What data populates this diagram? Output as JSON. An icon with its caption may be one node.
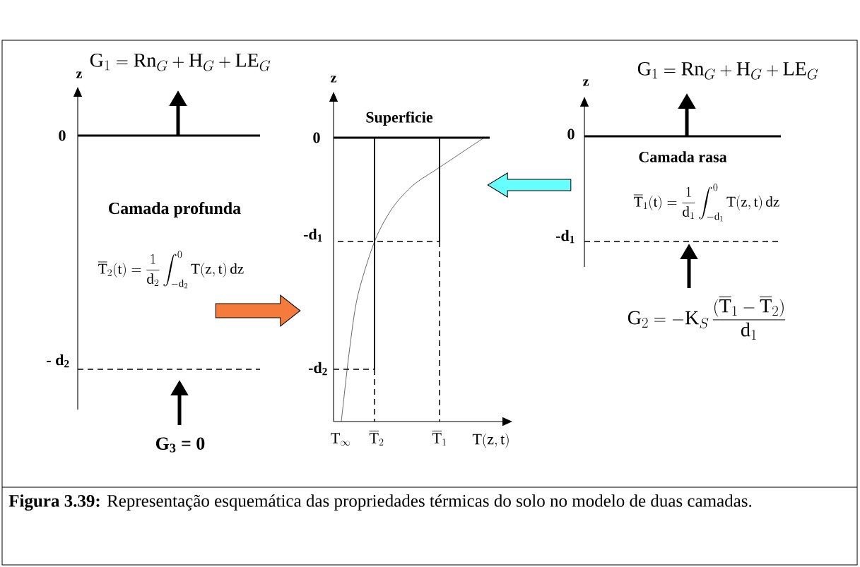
{
  "diagram": {
    "caption": "**Figura 3.39:** Representação esquemática das propriedades térmicas do solo no modelo de duas camadas.",
    "nodes": [
      {
        "text": [],
        "shape": "picture"
      },
      {
        "text": [],
        "shape": "picture"
      },
      {
        "text": [],
        "shape": "picture"
      }
    ],
    "edges": [
      {
        "from": 0,
        "to": 1,
        "arrow": "to",
        "color": "#f47b3b"
      },
      {
        "from": 2,
        "to": 1,
        "arrow": "to",
        "color": "#66ffff"
      }
    ],
    "labels": [
      "\\mathrm{G}_1 = \\mathrm{Rn}_G + \\mathrm{H}_G + \\mathrm{LE}_G",
      "z",
      "0",
      "Camada profunda",
      "\\overline{\\mathrm{T}}_2(\\mathrm{t}) = \\frac{1}{\\mathrm{d}_2}\\int_{-\\mathrm{d}_2}^{0}\\mathrm{T}(\\mathrm{z},\\mathrm{t})\\,\\mathrm{dz}",
      "- d$_{2}$",
      "G$_{3}$ = 0",
      "z",
      "Superficie",
      "0",
      "-d$_{1}$",
      "-d$_{2}$",
      "\\mathrm{T}_\\infty",
      "\\overline{\\mathrm{T}}_2",
      "\\overline{\\mathrm{T}}_1",
      "\\mathrm{T}(\\mathrm{z},\\mathrm{t})",
      "\\mathrm{G}_1 = \\mathrm{Rn}_G + \\mathrm{H}_G + \\mathrm{LE}_G",
      "z",
      "0",
      "Camada rasa",
      "\\overline{\\mathrm{T}}_1(\\mathrm{t}) = \\frac{1}{\\mathrm{d}_1}\\int_{-\\mathrm{d}_1}^{0}\\mathrm{T}(\\mathrm{z},\\mathrm{t})\\,\\mathrm{dz}",
      "-d$_{1}$",
      "\\mathrm{G}_2 = -\\mathrm{K}_S\\,\\frac{(\\overline{\\mathrm{T}}_1-\\overline{\\mathrm{T}}_2)}{\\mathrm{d}_1}"
    ]
  }
}
